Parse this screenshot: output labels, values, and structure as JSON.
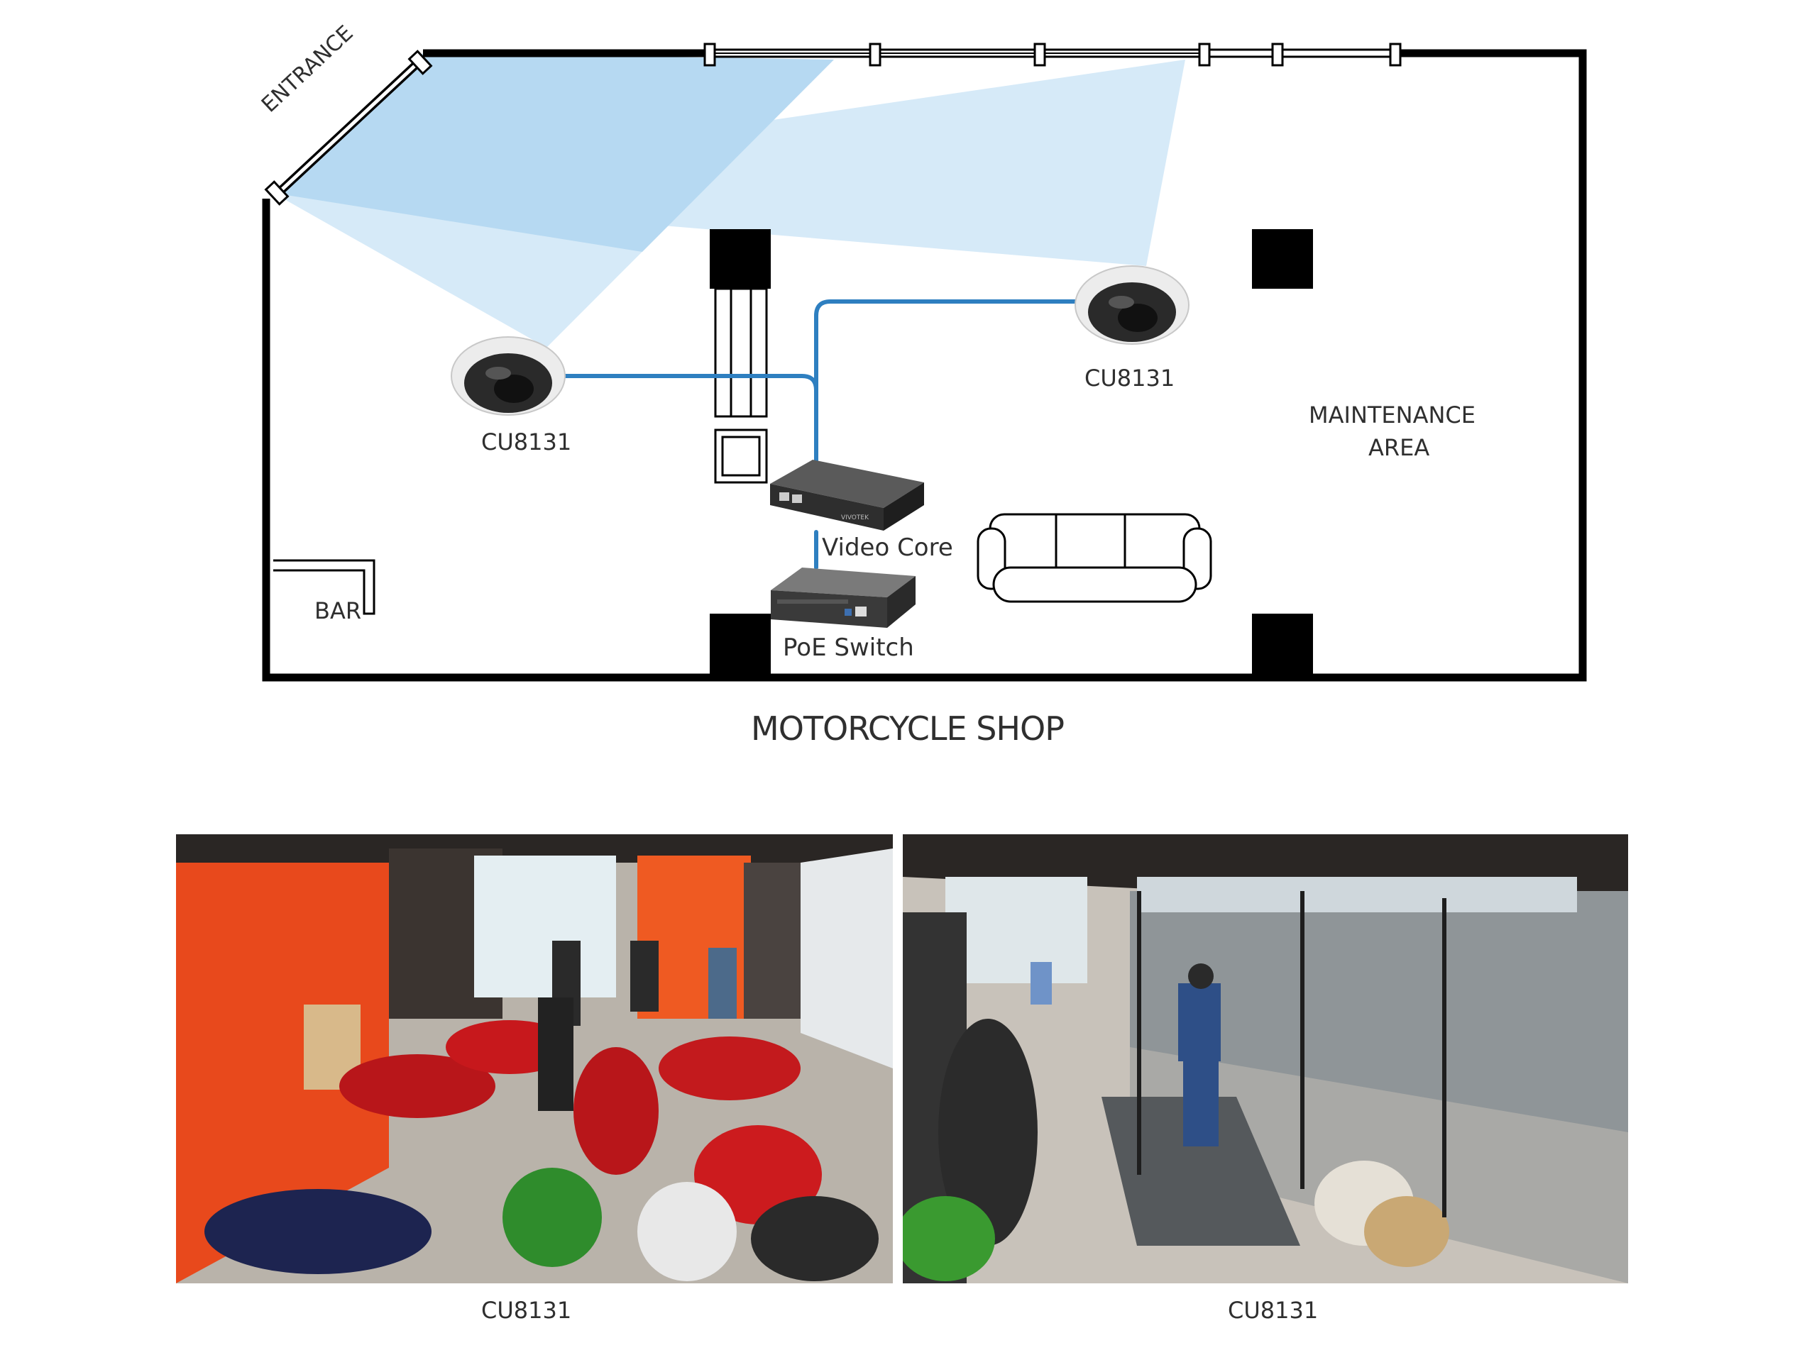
{
  "floorplan": {
    "title": "MOTORCYCLE SHOP",
    "entrance_label": "ENTRANCE",
    "bar_label": "BAR",
    "maintenance_label_line1": "MAINTENANCE",
    "maintenance_label_line2": "AREA",
    "camera_left_label": "CU8131",
    "camera_right_label": "CU8131",
    "video_core_label": "Video Core",
    "poe_switch_label": "PoE Switch"
  },
  "views": {
    "left_caption": "CU8131",
    "right_caption": "CU8131"
  },
  "colors": {
    "wall": "#000000",
    "cable": "#2e7fc0",
    "coverage": "#cfe6f7",
    "coverage_overlap": "#b3d7f1",
    "shop_orange": "#e8491c",
    "floor": "#b9b3aa"
  }
}
